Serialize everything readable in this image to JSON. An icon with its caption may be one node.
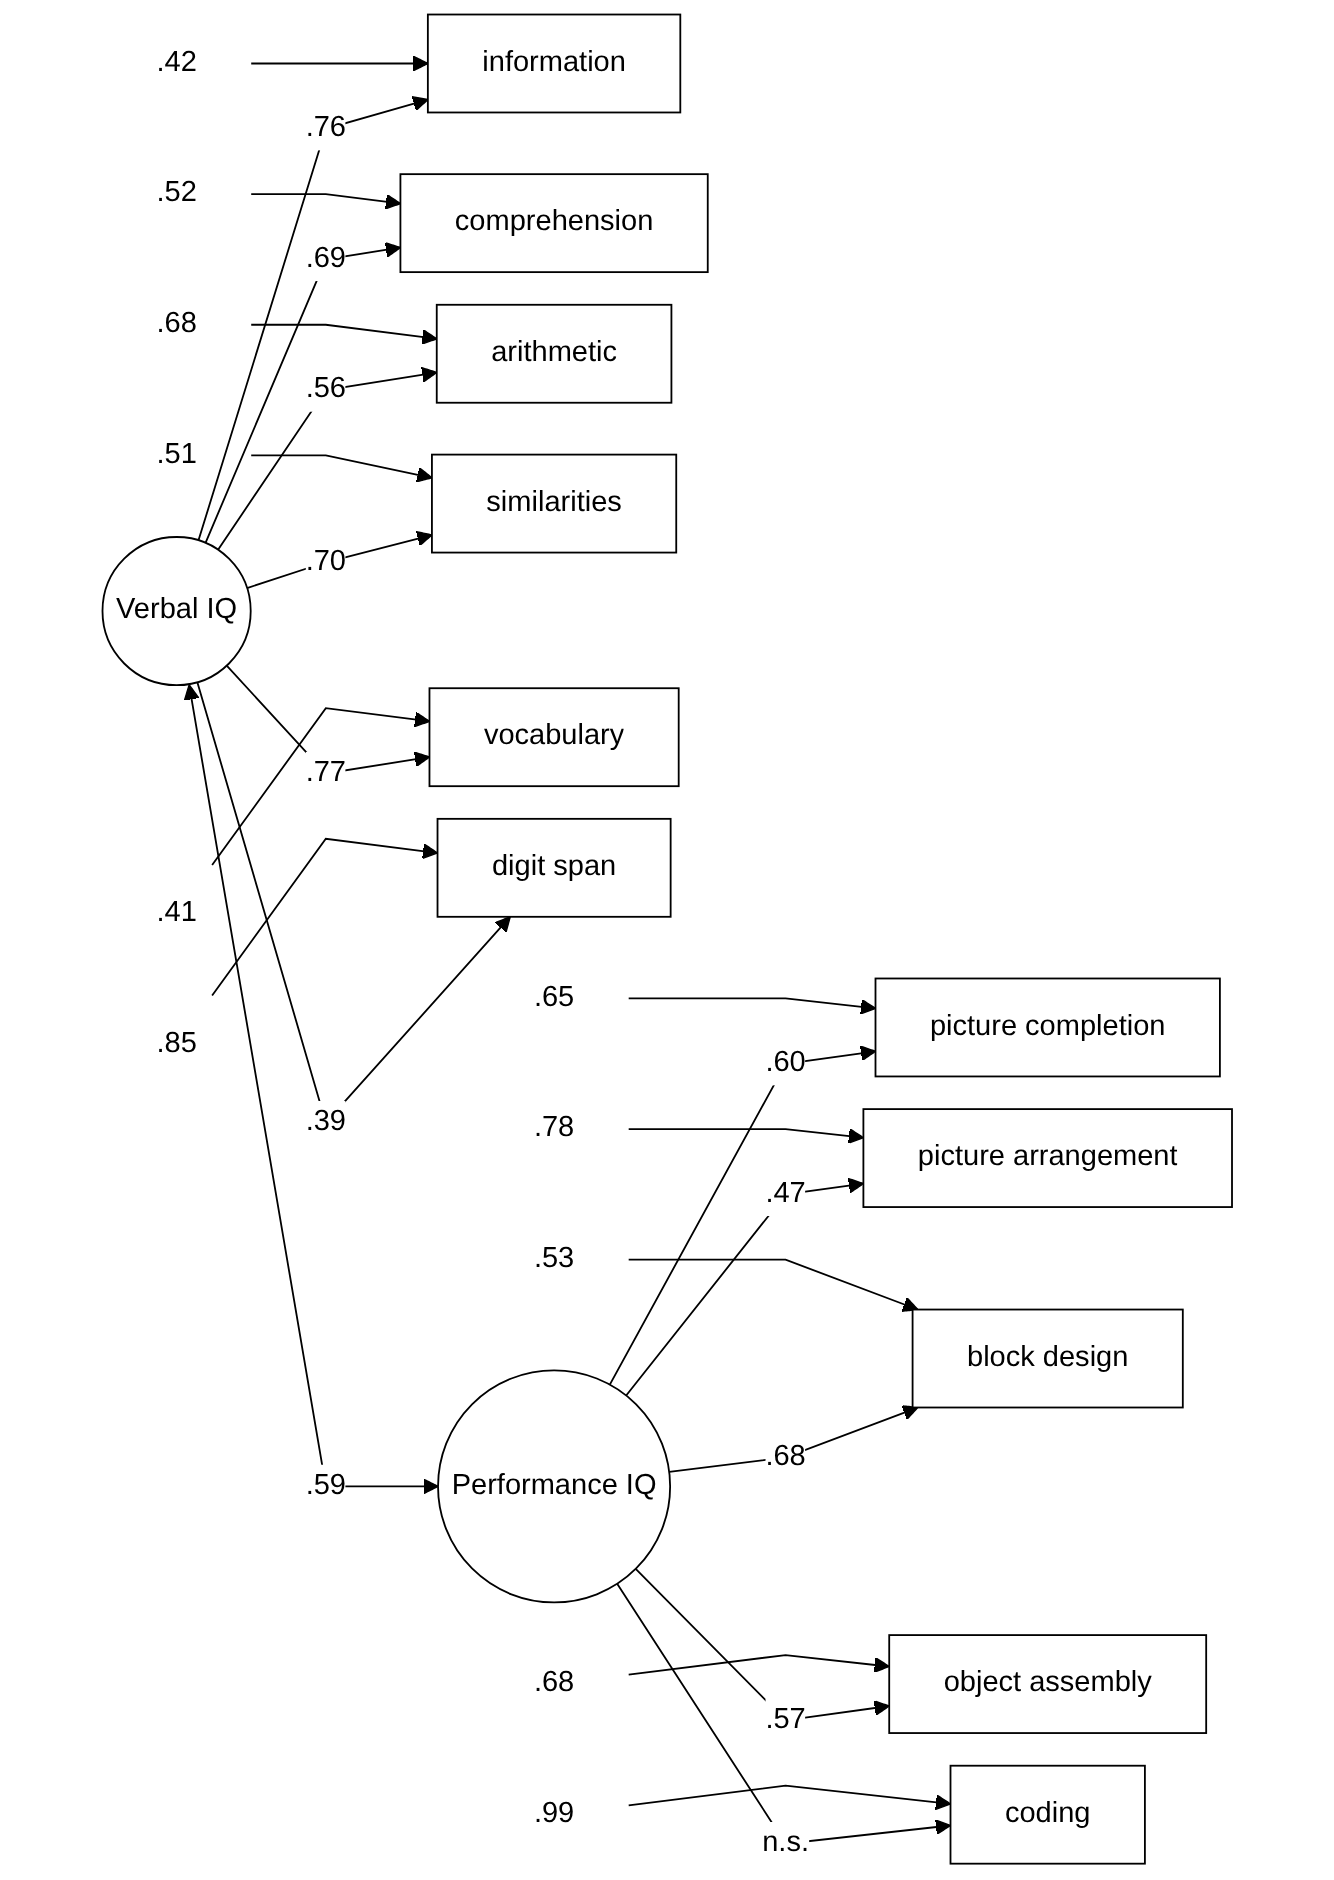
{
  "diagram": {
    "nodes": [
      {
        "text": [
          ".42"
        ]
      },
      {
        "text": [
          "information"
        ]
      },
      {
        "text": [
          ".52"
        ]
      },
      {
        "text": [
          "comprehension"
        ]
      },
      {
        "text": [
          ".68"
        ]
      },
      {
        "text": [
          "arithmetic"
        ]
      },
      {
        "text": [
          ".51"
        ]
      },
      {
        "text": [
          "similarities"
        ]
      },
      {
        "text": [
          ".41"
        ]
      },
      {
        "text": [
          "vocabulary"
        ]
      },
      {
        "text": [
          ".85"
        ]
      },
      {
        "text": [
          "digit span"
        ]
      },
      {
        "text": [
          "Verbal IQ"
        ]
      },
      {
        "text": [
          ".65"
        ]
      },
      {
        "text": [
          "picture completion"
        ]
      },
      {
        "text": [
          ".78"
        ]
      },
      {
        "text": [
          "picture arrangement"
        ]
      },
      {
        "text": [
          ".53"
        ]
      },
      {
        "text": [
          "block design"
        ]
      },
      {
        "text": [
          ".68"
        ]
      },
      {
        "text": [
          "object assembly"
        ]
      },
      {
        "text": [
          ".99"
        ]
      },
      {
        "text": [
          "coding"
        ]
      },
      {
        "text": [
          "Performance IQ"
        ]
      }
    ],
    "edges": [
      {
        "from": 0,
        "to": 1,
        "arrow": "to"
      },
      {
        "from": 2,
        "to": 3,
        "arrow": "to"
      },
      {
        "from": 4,
        "to": 5,
        "arrow": "to"
      },
      {
        "from": 6,
        "to": 7,
        "arrow": "to"
      },
      {
        "from": 8,
        "to": 9,
        "arrow": "to"
      },
      {
        "from": 10,
        "to": 11,
        "arrow": "to"
      },
      {
        "from": 12,
        "to": 1,
        "arrow": "to",
        "label": ".76"
      },
      {
        "from": 12,
        "to": 3,
        "arrow": "to",
        "label": ".69"
      },
      {
        "from": 12,
        "to": 5,
        "arrow": "to",
        "label": ".56"
      },
      {
        "from": 12,
        "to": 7,
        "arrow": "to",
        "label": ".70"
      },
      {
        "from": 12,
        "to": 9,
        "arrow": "to",
        "label": ".77"
      },
      {
        "from": 12,
        "to": 11,
        "arrow": "to",
        "label": ".39"
      },
      {
        "from": 12,
        "to": 23,
        "arrow": "both",
        "label": ".59"
      },
      {
        "from": 13,
        "to": 14,
        "arrow": "to"
      },
      {
        "from": 15,
        "to": 16,
        "arrow": "to"
      },
      {
        "from": 17,
        "to": 18,
        "arrow": "to"
      },
      {
        "from": 19,
        "to": 20,
        "arrow": "to"
      },
      {
        "from": 21,
        "to": 22,
        "arrow": "to"
      },
      {
        "from": 23,
        "to": 14,
        "arrow": "to",
        "label": ".60"
      },
      {
        "from": 23,
        "to": 16,
        "arrow": "to",
        "label": ".47"
      },
      {
        "from": 23,
        "to": 18,
        "arrow": "to",
        "label": ".68"
      },
      {
        "from": 23,
        "to": 20,
        "arrow": "to",
        "label": ".57"
      },
      {
        "from": 23,
        "to": 22,
        "arrow": "to",
        "label": "n.s."
      }
    ]
  }
}
